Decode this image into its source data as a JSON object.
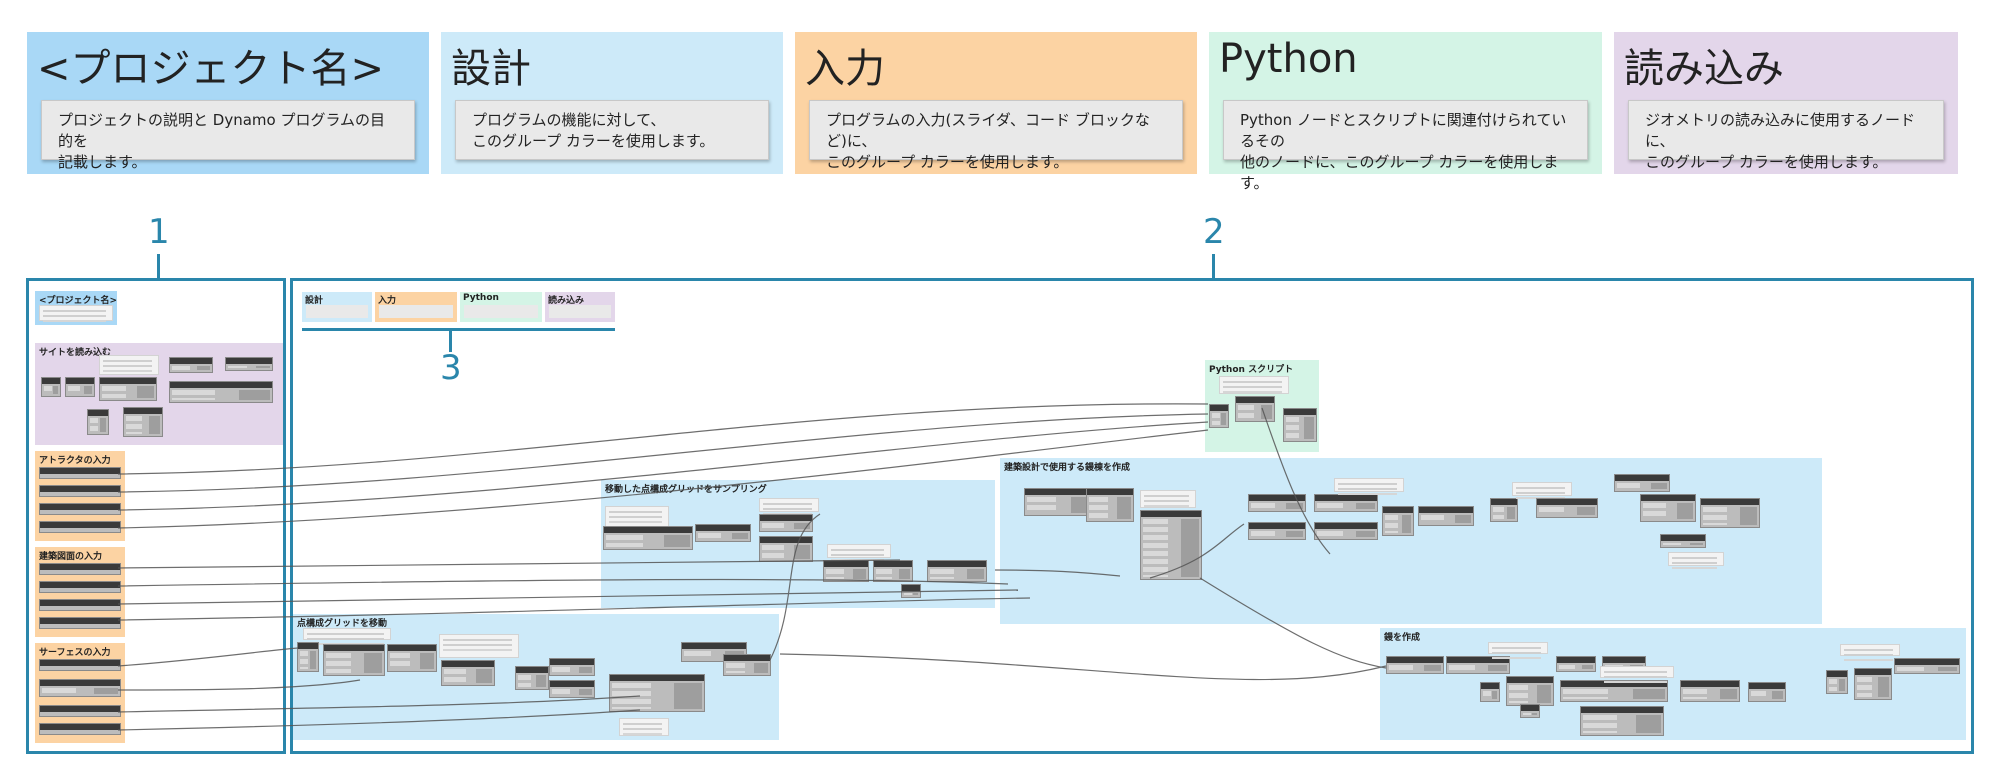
{
  "legend": [
    {
      "id": "project",
      "title": "<プロジェクト名>",
      "description": "プロジェクトの説明と Dynamo プログラムの目的を\n記載します。",
      "color": "#a9d8f6"
    },
    {
      "id": "design",
      "title": "設計",
      "description": "プログラムの機能に対して、\nこのグループ カラーを使用します。",
      "color": "#cdeaf9"
    },
    {
      "id": "input",
      "title": "入力",
      "description": "プログラムの入力(スライダ、コード ブロックなど)に、\nこのグループ カラーを使用します。",
      "color": "#fcd3a3"
    },
    {
      "id": "python",
      "title": "Python",
      "description": "Python ノードとスクリプトに関連付けられているその\n他のノードに、このグループ カラーを使用します。",
      "color": "#d4f4e6"
    },
    {
      "id": "import",
      "title": "読み込み",
      "description": "ジオメトリの読み込みに使用するノードに、\nこのグループ カラーを使用します。",
      "color": "#e3d6ea"
    }
  ],
  "callouts": {
    "one": "1",
    "two": "2",
    "three": "3"
  },
  "left_panel": {
    "project_group": "<プロジェクト名>",
    "groups": [
      {
        "title": "サイトを読み込む",
        "kind": "import"
      },
      {
        "title": "アトラクタの入力",
        "kind": "input"
      },
      {
        "title": "建築図面の入力",
        "kind": "input"
      },
      {
        "title": "サーフェスの入力",
        "kind": "input"
      }
    ]
  },
  "main_panel": {
    "mini_legend": [
      {
        "title": "設計",
        "kind": "design"
      },
      {
        "title": "入力",
        "kind": "input"
      },
      {
        "title": "Python",
        "kind": "python"
      },
      {
        "title": "読み込み",
        "kind": "import"
      }
    ],
    "groups": [
      {
        "title": "Python スクリプト",
        "kind": "python"
      },
      {
        "title": "建築設計で使用する鏝棟を作成",
        "kind": "design"
      },
      {
        "title": "移動した点構成グリッドをサンプリング",
        "kind": "design"
      },
      {
        "title": "点構成グリッドを移動",
        "kind": "design"
      },
      {
        "title": "鏝を作成",
        "kind": "design"
      }
    ]
  }
}
